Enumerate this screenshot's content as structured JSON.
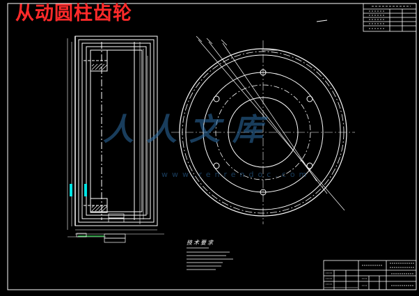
{
  "drawing": {
    "title": "从动圆柱齿轮",
    "watermark_main": "人人文库",
    "watermark_url": "www.renrendoc.com",
    "tech_requirements_title": "技术要求",
    "colors": {
      "background": "#000000",
      "lines": "#ffffff",
      "title": "#ff2a2a",
      "watermark": "#2f6fa8",
      "accent_cyan": "#00e5e5",
      "accent_green": "#22cc44"
    }
  }
}
